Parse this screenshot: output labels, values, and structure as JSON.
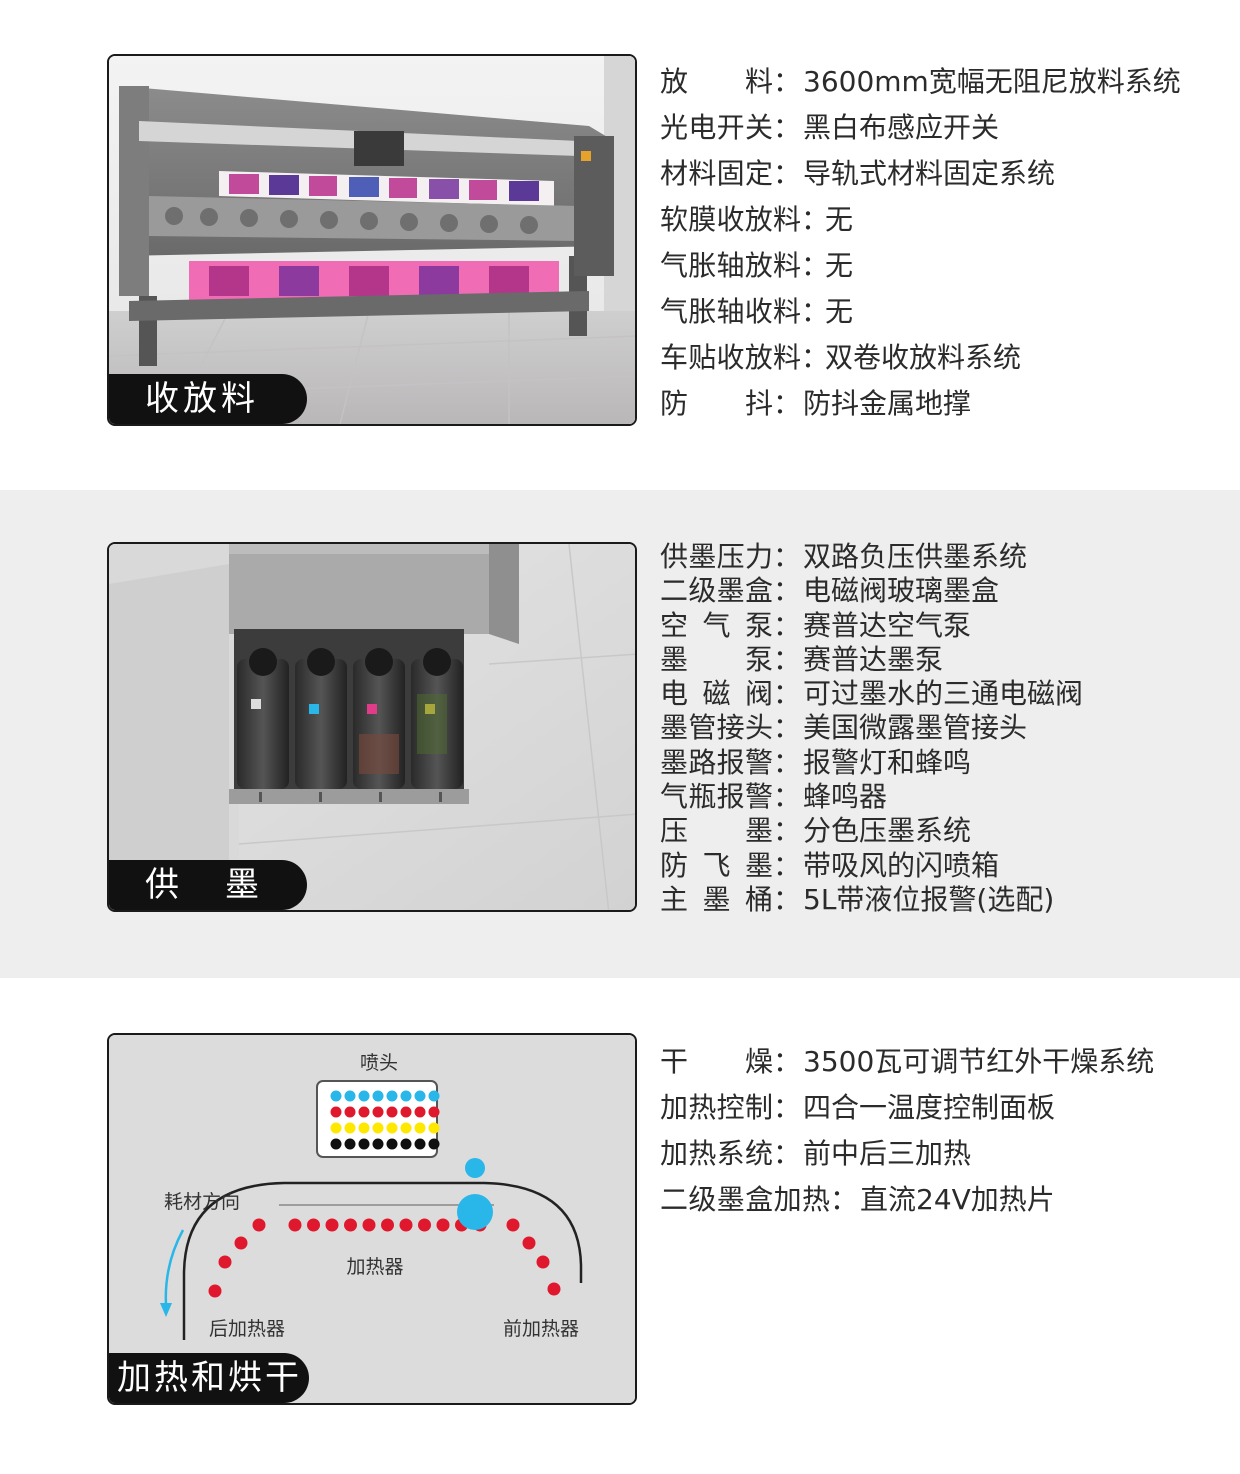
{
  "sections": [
    {
      "label": "收放料",
      "specs": [
        {
          "k": "放料",
          "v": "3600mm宽幅无阻尼放料系统"
        },
        {
          "k": "光电开关",
          "v": "黑白布感应开关"
        },
        {
          "k": "材料固定",
          "v": "导轨式材料固定系统"
        },
        {
          "k": "软膜收放料",
          "v": "无"
        },
        {
          "k": "气胀轴放料",
          "v": "无"
        },
        {
          "k": "气胀轴收料",
          "v": "无"
        },
        {
          "k": "车贴收放料",
          "v": "双卷收放料系统"
        },
        {
          "k": "防抖",
          "v": "防抖金属地撑"
        }
      ]
    },
    {
      "label_a": "供",
      "label_b": "墨",
      "specs": [
        {
          "k": "供墨压力",
          "v": "双路负压供墨系统"
        },
        {
          "k": "二级墨盒",
          "v": "电磁阀玻璃墨盒"
        },
        {
          "k": "空气泵",
          "v": "赛普达空气泵"
        },
        {
          "k": "墨泵",
          "v": "赛普达墨泵"
        },
        {
          "k": "电磁阀",
          "v": "可过墨水的三通电磁阀"
        },
        {
          "k": "墨管接头",
          "v": "美国微露墨管接头"
        },
        {
          "k": "墨路报警",
          "v": "报警灯和蜂鸣"
        },
        {
          "k": "气瓶报警",
          "v": "蜂鸣器"
        },
        {
          "k": "压墨",
          "v": "分色压墨系统"
        },
        {
          "k": "防飞墨",
          "v": "带吸风的闪喷箱"
        },
        {
          "k": "主墨桶",
          "v": "5L带液位报警(选配)"
        }
      ]
    },
    {
      "label": "加热和烘干",
      "diagram": {
        "nozzle_label": "喷头",
        "feed_label": "耗材方向",
        "heater_label": "加热器",
        "rear_label": "后加热器",
        "front_label": "前加热器"
      },
      "specs": [
        {
          "k": "干燥",
          "v": "3500瓦可调节红外干燥系统"
        },
        {
          "k": "加热控制",
          "v": "四合一温度控制面板"
        },
        {
          "k": "加热系统",
          "v": "前中后三加热"
        },
        {
          "k": "二级墨盒加热",
          "v": "直流24V加热片"
        }
      ]
    }
  ],
  "colors": {
    "band_gray": "#eeeeee",
    "label_bg": "#111111",
    "dot_cyan": "#29b6e8",
    "dot_red": "#e0182d",
    "dot_yellow": "#ffe800",
    "dot_black": "#111111"
  },
  "separator": "："
}
